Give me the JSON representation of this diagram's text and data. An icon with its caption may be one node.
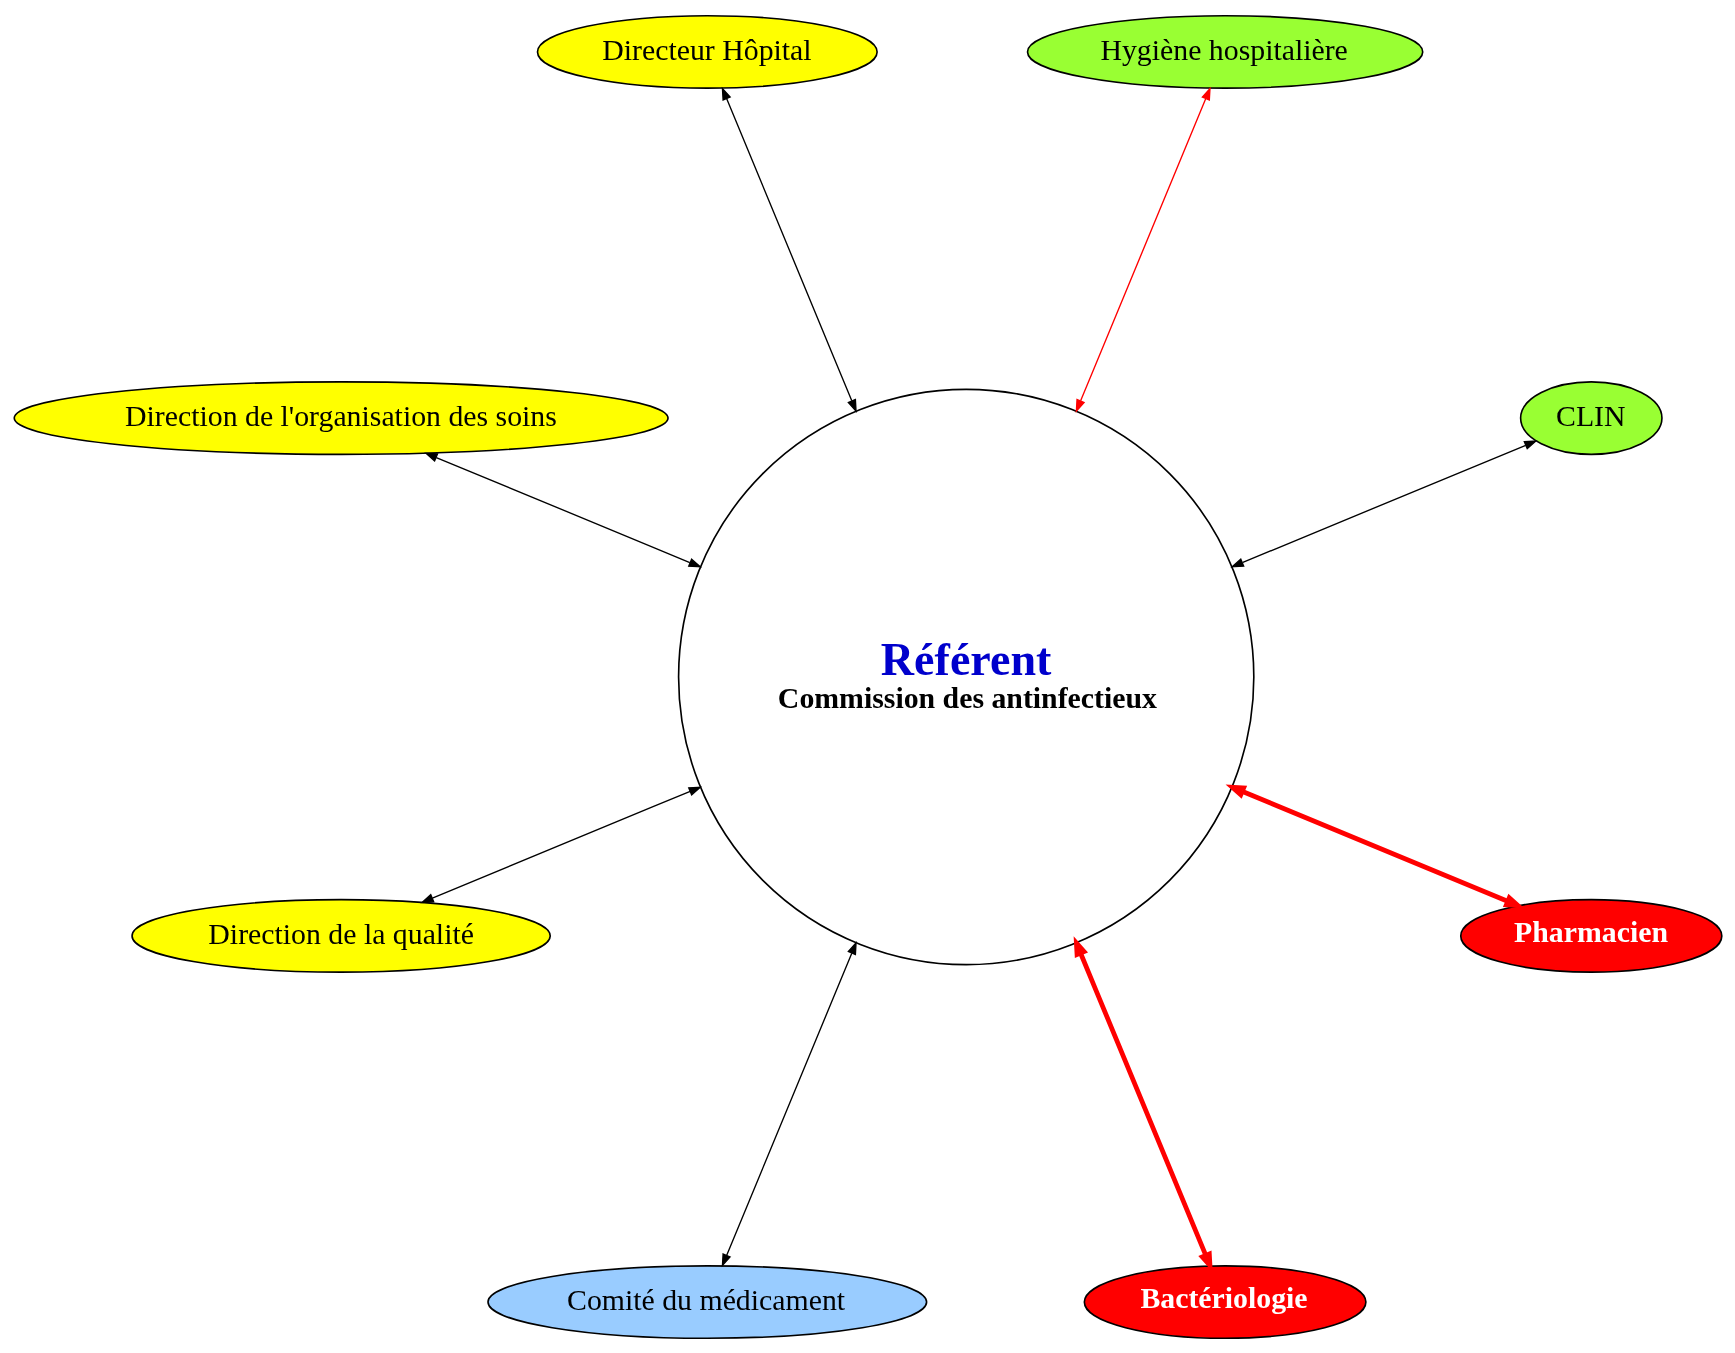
{
  "diagram": {
    "nodes": [
      {
        "text": [
          "Référent",
          "Commission des antinfectieux"
        ]
      },
      {
        "text": [
          "CLIN"
        ]
      },
      {
        "text": [
          "Hygiène hospitalière"
        ]
      },
      {
        "text": [
          "Directeur Hôpital"
        ]
      },
      {
        "text": [
          "Direction de l'organisation des soins"
        ]
      },
      {
        "text": [
          "Direction de la qualité"
        ]
      },
      {
        "text": [
          "Comité du médicament"
        ]
      },
      {
        "text": [
          "Bactériologie"
        ]
      },
      {
        "text": [
          "Pharmacien"
        ]
      }
    ],
    "edges": [
      {
        "from": 0,
        "to": 1,
        "arrow": "both"
      },
      {
        "from": 0,
        "to": 3,
        "arrow": "both"
      },
      {
        "from": 0,
        "to": 4,
        "arrow": "both"
      },
      {
        "from": 0,
        "to": 5,
        "arrow": "both"
      },
      {
        "from": 0,
        "to": 6,
        "arrow": "both"
      },
      {
        "from": 0,
        "to": 8,
        "arrow": "both",
        "style": "thick",
        "color": "#ff0000"
      },
      {
        "from": 0,
        "to": 7,
        "arrow": "both",
        "style": "thick",
        "color": "#ff0000"
      },
      {
        "from": 0,
        "to": 2,
        "arrow": "both",
        "color": "#ff0000"
      }
    ]
  }
}
